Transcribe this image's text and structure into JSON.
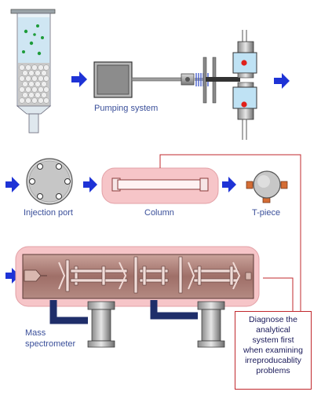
{
  "labels": {
    "pumping_system": "Pumping system",
    "injection_port": "Injection port",
    "column": "Column",
    "t_piece": "T-piece",
    "mass_spectrometer_line1": "Mass",
    "mass_spectrometer_line2": "spectrometer"
  },
  "note": {
    "lines": [
      "Diagnose the",
      "analytical",
      "system first",
      "when examining",
      "irreproducablity",
      "problems"
    ]
  },
  "colors": {
    "arrow": "#1e33d6",
    "highlight_pink": "#f6c5c8",
    "connector_red": "#c0282d",
    "body_brown": "#b98a82",
    "label_text": "#3a4f9a"
  }
}
